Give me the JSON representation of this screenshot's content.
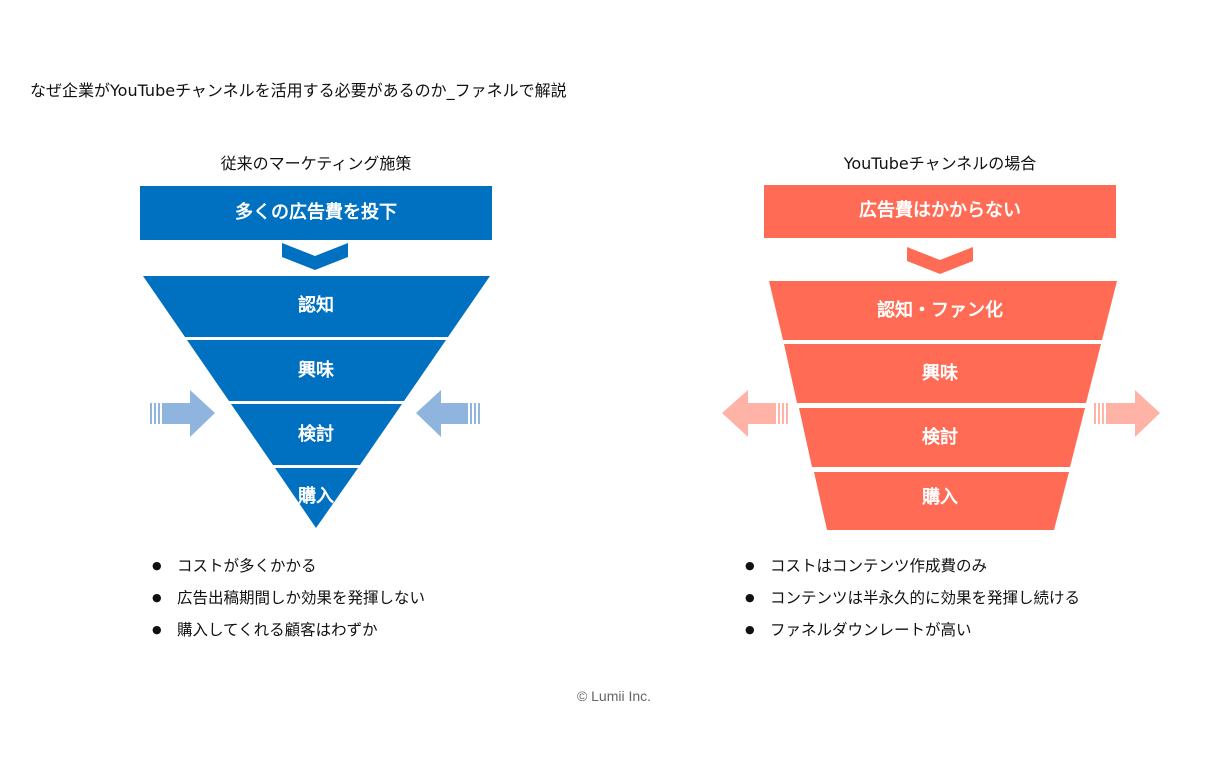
{
  "title": "なぜ企業がYouTubeチャンネルを活用する必要があるのか_ファネルで解説",
  "colors": {
    "blue": "#0070c0",
    "blue_light": "#8fb4de",
    "coral": "#ff6b55",
    "coral_light": "#ffb3a7"
  },
  "left": {
    "heading": "従来のマーケティング施策",
    "top_box": "多くの広告費を投下",
    "stages": [
      "認知",
      "興味",
      "検討",
      "購入"
    ],
    "bullets": [
      "コストが多くかかる",
      "広告出稿期間しか効果を発揮しない",
      "購入してくれる顧客はわずか"
    ]
  },
  "right": {
    "heading": "YouTubeチャンネルの場合",
    "top_box": "広告費はかからない",
    "stages": [
      "認知・ファン化",
      "興味",
      "検討",
      "購入"
    ],
    "bullets": [
      "コストはコンテンツ作成費のみ",
      "コンテンツは半永久的に効果を発揮し続ける",
      "ファネルダウンレートが高い"
    ]
  },
  "footer": "© Lumii Inc."
}
